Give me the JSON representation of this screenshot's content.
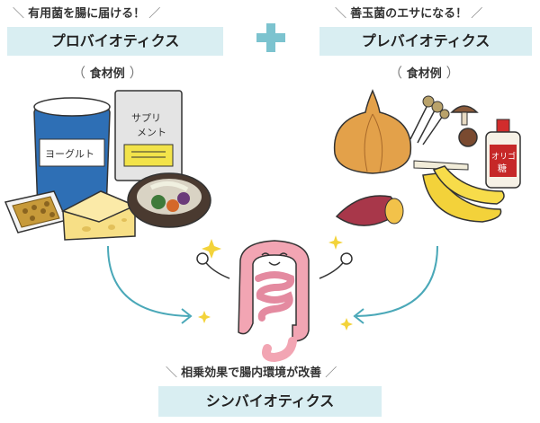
{
  "probiotics": {
    "tagline": "有用菌を腸に届ける！",
    "title": "プロバイオティクス",
    "foods_label": "食材例",
    "supplement_text_line1": "サプリ",
    "supplement_text_line2": "メント",
    "yogurt_text": "ヨーグルト"
  },
  "plus_symbol": "+",
  "prebiotics": {
    "tagline": "善玉菌のエサになる！",
    "title": "プレバイオティクス",
    "foods_label": "食材例",
    "oligo_text_line1": "オリゴ",
    "oligo_text_line2": "糖"
  },
  "synbiotics": {
    "tagline": "相乗効果で腸内環境が改善",
    "title": "シンバイオティクス"
  },
  "colors": {
    "badge_bg": "#d9eef2",
    "plus": "#7cc3cf",
    "arrow": "#4aa8b8",
    "intestine": "#f2a5b3"
  }
}
